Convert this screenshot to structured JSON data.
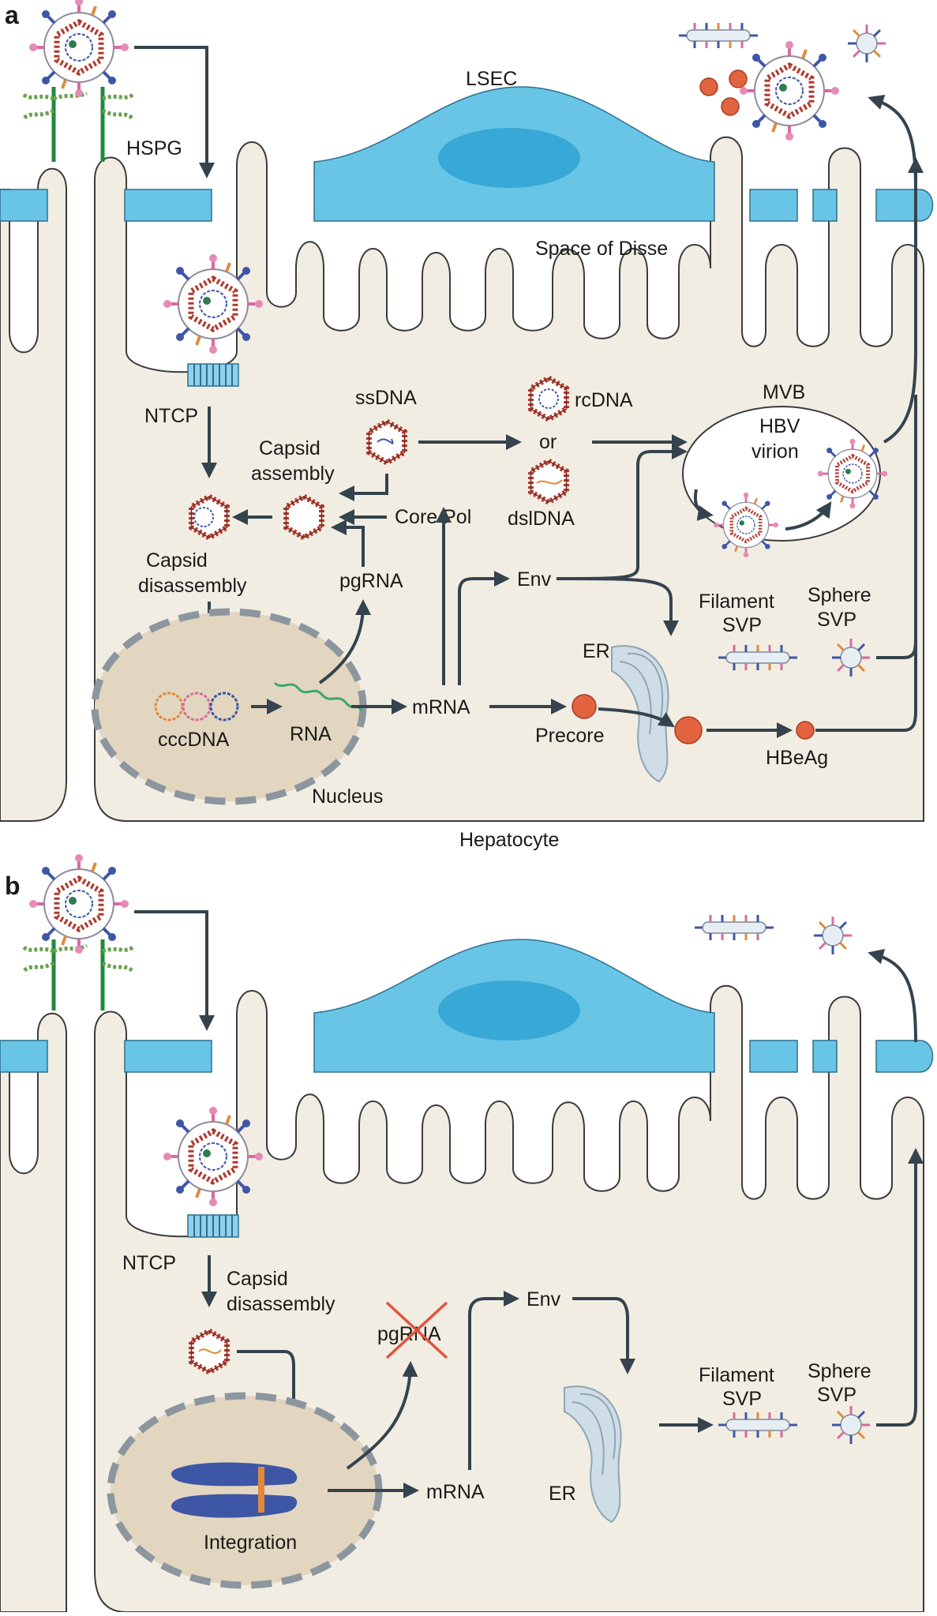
{
  "panel_a": {
    "letter": "a",
    "labels": {
      "lsec": "LSEC",
      "hspg": "HSPG",
      "space_of_disse": "Space of Disse",
      "ntcp": "NTCP",
      "ssdna": "ssDNA",
      "rcdna": "rcDNA",
      "or": "or",
      "dsldna": "dslDNA",
      "mvb": "MVB",
      "hbv": "HBV",
      "virion": "virion",
      "capsid_assembly_1": "Capsid",
      "capsid_assembly_2": "assembly",
      "core_pol": "Core Pol",
      "capsid_disassembly_1": "Capsid",
      "capsid_disassembly_2": "disassembly",
      "pgrna": "pgRNA",
      "env": "Env",
      "filament_1": "Filament",
      "filament_2": "SVP",
      "sphere_1": "Sphere",
      "sphere_2": "SVP",
      "er": "ER",
      "cccdna": "cccDNA",
      "rna": "RNA",
      "mrna": "mRNA",
      "precore": "Precore",
      "hbeag": "HBeAg",
      "nucleus": "Nucleus",
      "hepatocyte": "Hepatocyte"
    }
  },
  "panel_b": {
    "letter": "b",
    "labels": {
      "ntcp": "NTCP",
      "capsid_disassembly_1": "Capsid",
      "capsid_disassembly_2": "disassembly",
      "pgrna": "pgRNA",
      "env": "Env",
      "filament_1": "Filament",
      "filament_2": "SVP",
      "sphere_1": "Sphere",
      "sphere_2": "SVP",
      "integration": "Integration",
      "mrna": "mRNA",
      "er": "ER"
    }
  },
  "colors": {
    "cytoplasm": "#f1ede2",
    "cell_outline": "#3b3b3b",
    "lsec_fill": "#69c5e6",
    "lsec_nucleus": "#38a8d6",
    "nucleus_fill": "#e2d6c0",
    "nucleus_membrane": "#8c969e",
    "arrow": "#34434d",
    "capsid": "#b03a2e",
    "precore": "#e26340",
    "chromosome": "#3e56a6",
    "er": "#cfdde6",
    "cross": "#e2523a"
  }
}
